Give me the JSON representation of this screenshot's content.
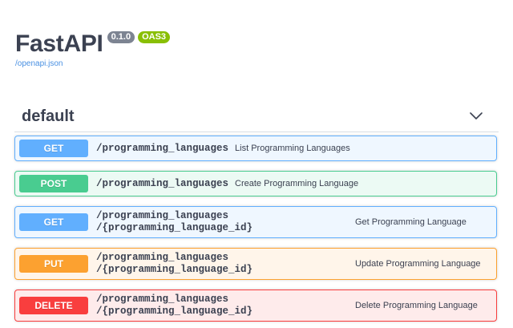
{
  "info": {
    "title": "FastAPI",
    "version": "0.1.0",
    "oas_badge": "OAS3",
    "openapi_link": "/openapi.json"
  },
  "section": {
    "title": "default",
    "icon": "chevron-down-icon"
  },
  "operations": [
    {
      "method": "GET",
      "path_line1": "/programming_languages",
      "path_line2": "",
      "summary": "List Programming Languages",
      "color": "#61affe"
    },
    {
      "method": "POST",
      "path_line1": "/programming_languages",
      "path_line2": "",
      "summary": "Create Programming Language",
      "color": "#49cc90"
    },
    {
      "method": "GET",
      "path_line1": "/programming_languages",
      "path_line2": "/{programming_language_id}",
      "summary": "Get Programming Language",
      "color": "#61affe"
    },
    {
      "method": "PUT",
      "path_line1": "/programming_languages",
      "path_line2": "/{programming_language_id}",
      "summary": "Update Programming Language",
      "color": "#fca130"
    },
    {
      "method": "DELETE",
      "path_line1": "/programming_languages",
      "path_line2": "/{programming_language_id}",
      "summary": "Delete Programming Language",
      "color": "#f93e3e"
    }
  ],
  "colors": {
    "text": "#3b4151",
    "link": "#4990e2",
    "badge_version": "#7d8492",
    "badge_oas": "#89bf04"
  }
}
